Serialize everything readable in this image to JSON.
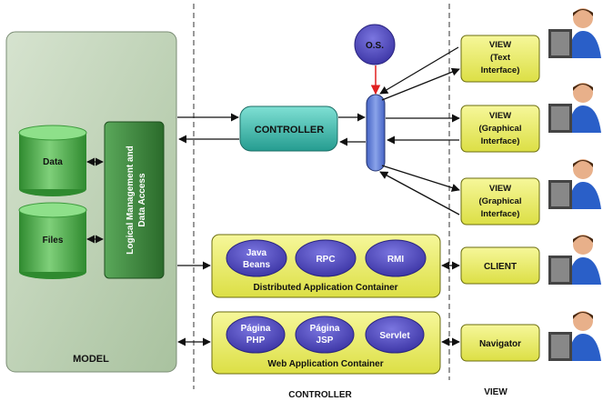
{
  "model": {
    "label": "MODEL",
    "data_label": "Data",
    "files_label": "Files",
    "logic_line1": "Logical Management and",
    "logic_line2": "Data Access"
  },
  "controller": {
    "label": "CONTROLLER",
    "os_label": "O.S.",
    "bottom_label": "CONTROLLER"
  },
  "views": [
    {
      "line1": "VIEW",
      "line2": "(Text",
      "line3": "Interface)"
    },
    {
      "line1": "VIEW",
      "line2": "(Graphical",
      "line3": "Interface)"
    },
    {
      "line1": "VIEW",
      "line2": "(Graphical",
      "line3": "Interface)"
    }
  ],
  "client_label": "CLIENT",
  "navigator_label": "Navigator",
  "view_column_label": "VIEW",
  "distributed": {
    "label": "Distributed Application Container",
    "items": [
      [
        "Java",
        "Beans"
      ],
      [
        "RPC"
      ],
      [
        "RMI"
      ]
    ]
  },
  "web": {
    "label": "Web Application Container",
    "items": [
      [
        "Página",
        "PHP"
      ],
      [
        "Página",
        "JSP"
      ],
      [
        "Servlet"
      ]
    ]
  },
  "colors": {
    "model_fill": "#b9ceb1",
    "green_dark": "#3a8a3a",
    "teal": "#39b5a8",
    "yellow": "#eef06a",
    "purple": "#4b45b5",
    "blue": "#6f88d6"
  }
}
